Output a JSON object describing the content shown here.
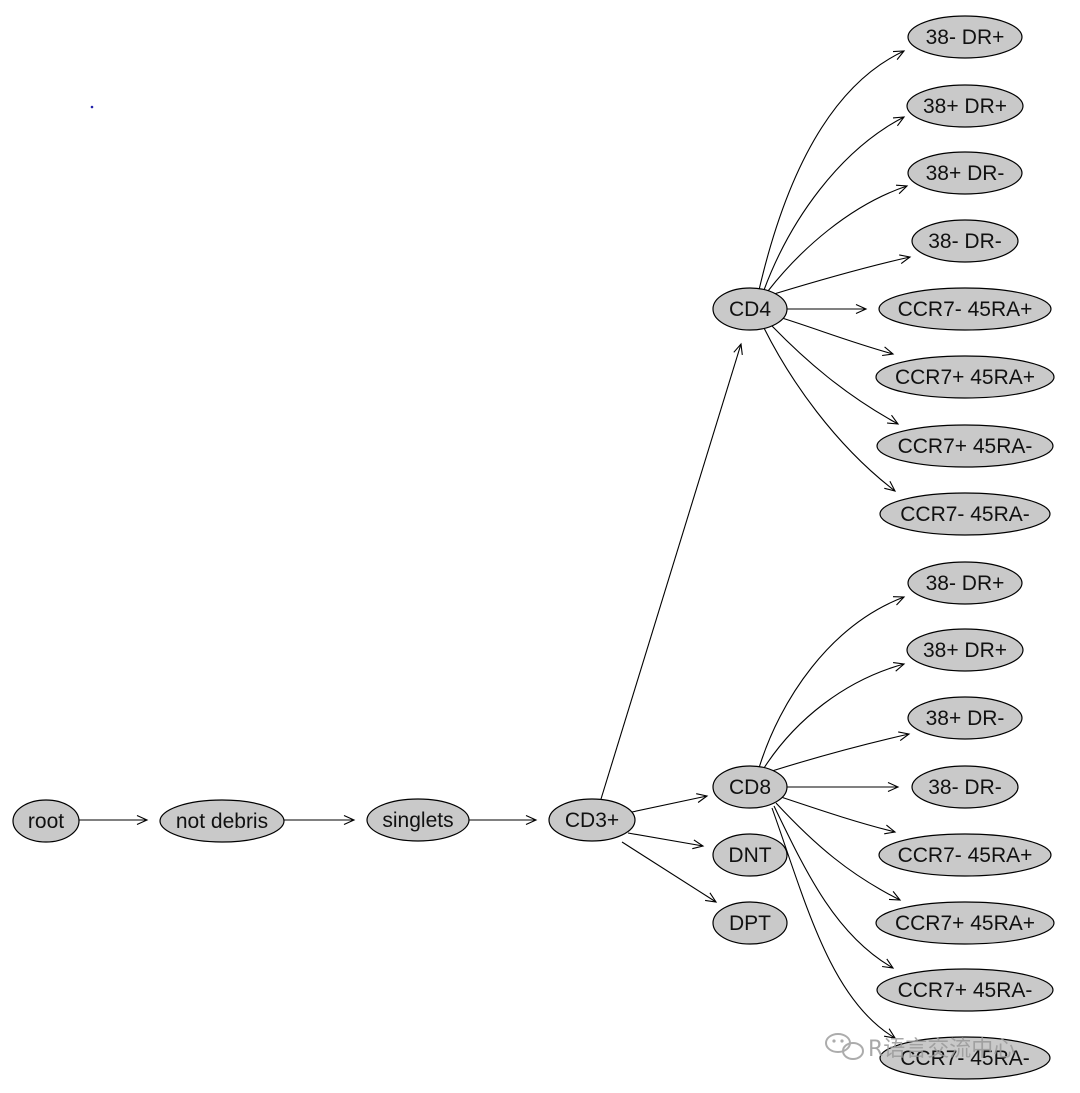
{
  "diagram": {
    "type": "gating-hierarchy-tree",
    "colors": {
      "node_fill": "#c9c9c9",
      "node_stroke": "#000000",
      "edge": "#000000",
      "stray_dot": "#2222aa"
    },
    "nodes": [
      {
        "id": "root",
        "label": "root"
      },
      {
        "id": "notdebris",
        "label": "not debris"
      },
      {
        "id": "singlets",
        "label": "singlets"
      },
      {
        "id": "cd3",
        "label": "CD3+"
      },
      {
        "id": "cd4",
        "label": "CD4"
      },
      {
        "id": "cd8",
        "label": "CD8"
      },
      {
        "id": "dnt",
        "label": "DNT"
      },
      {
        "id": "dpt",
        "label": "DPT"
      },
      {
        "id": "cd4_a",
        "label": "38- DR+"
      },
      {
        "id": "cd4_b",
        "label": "38+ DR+"
      },
      {
        "id": "cd4_c",
        "label": "38+ DR-"
      },
      {
        "id": "cd4_d",
        "label": "38- DR-"
      },
      {
        "id": "cd4_e",
        "label": "CCR7- 45RA+"
      },
      {
        "id": "cd4_f",
        "label": "CCR7+ 45RA+"
      },
      {
        "id": "cd4_g",
        "label": "CCR7+ 45RA-"
      },
      {
        "id": "cd4_h",
        "label": "CCR7- 45RA-"
      },
      {
        "id": "cd8_a",
        "label": "38- DR+"
      },
      {
        "id": "cd8_b",
        "label": "38+ DR+"
      },
      {
        "id": "cd8_c",
        "label": "38+ DR-"
      },
      {
        "id": "cd8_d",
        "label": "38- DR-"
      },
      {
        "id": "cd8_e",
        "label": "CCR7- 45RA+"
      },
      {
        "id": "cd8_f",
        "label": "CCR7+ 45RA+"
      },
      {
        "id": "cd8_g",
        "label": "CCR7+ 45RA-"
      },
      {
        "id": "cd8_h",
        "label": "CCR7- 45RA-"
      }
    ],
    "edges": [
      {
        "from": "root",
        "to": "notdebris"
      },
      {
        "from": "notdebris",
        "to": "singlets"
      },
      {
        "from": "singlets",
        "to": "cd3"
      },
      {
        "from": "cd3",
        "to": "cd4"
      },
      {
        "from": "cd3",
        "to": "cd8"
      },
      {
        "from": "cd3",
        "to": "dnt"
      },
      {
        "from": "cd3",
        "to": "dpt"
      },
      {
        "from": "cd4",
        "to": "cd4_a"
      },
      {
        "from": "cd4",
        "to": "cd4_b"
      },
      {
        "from": "cd4",
        "to": "cd4_c"
      },
      {
        "from": "cd4",
        "to": "cd4_d"
      },
      {
        "from": "cd4",
        "to": "cd4_e"
      },
      {
        "from": "cd4",
        "to": "cd4_f"
      },
      {
        "from": "cd4",
        "to": "cd4_g"
      },
      {
        "from": "cd4",
        "to": "cd4_h"
      },
      {
        "from": "cd8",
        "to": "cd8_a"
      },
      {
        "from": "cd8",
        "to": "cd8_b"
      },
      {
        "from": "cd8",
        "to": "cd8_c"
      },
      {
        "from": "cd8",
        "to": "cd8_d"
      },
      {
        "from": "cd8",
        "to": "cd8_e"
      },
      {
        "from": "cd8",
        "to": "cd8_f"
      },
      {
        "from": "cd8",
        "to": "cd8_g"
      },
      {
        "from": "cd8",
        "to": "cd8_h"
      }
    ]
  },
  "watermark": {
    "text": "R语言交流中心",
    "icon": "wechat-icon"
  }
}
